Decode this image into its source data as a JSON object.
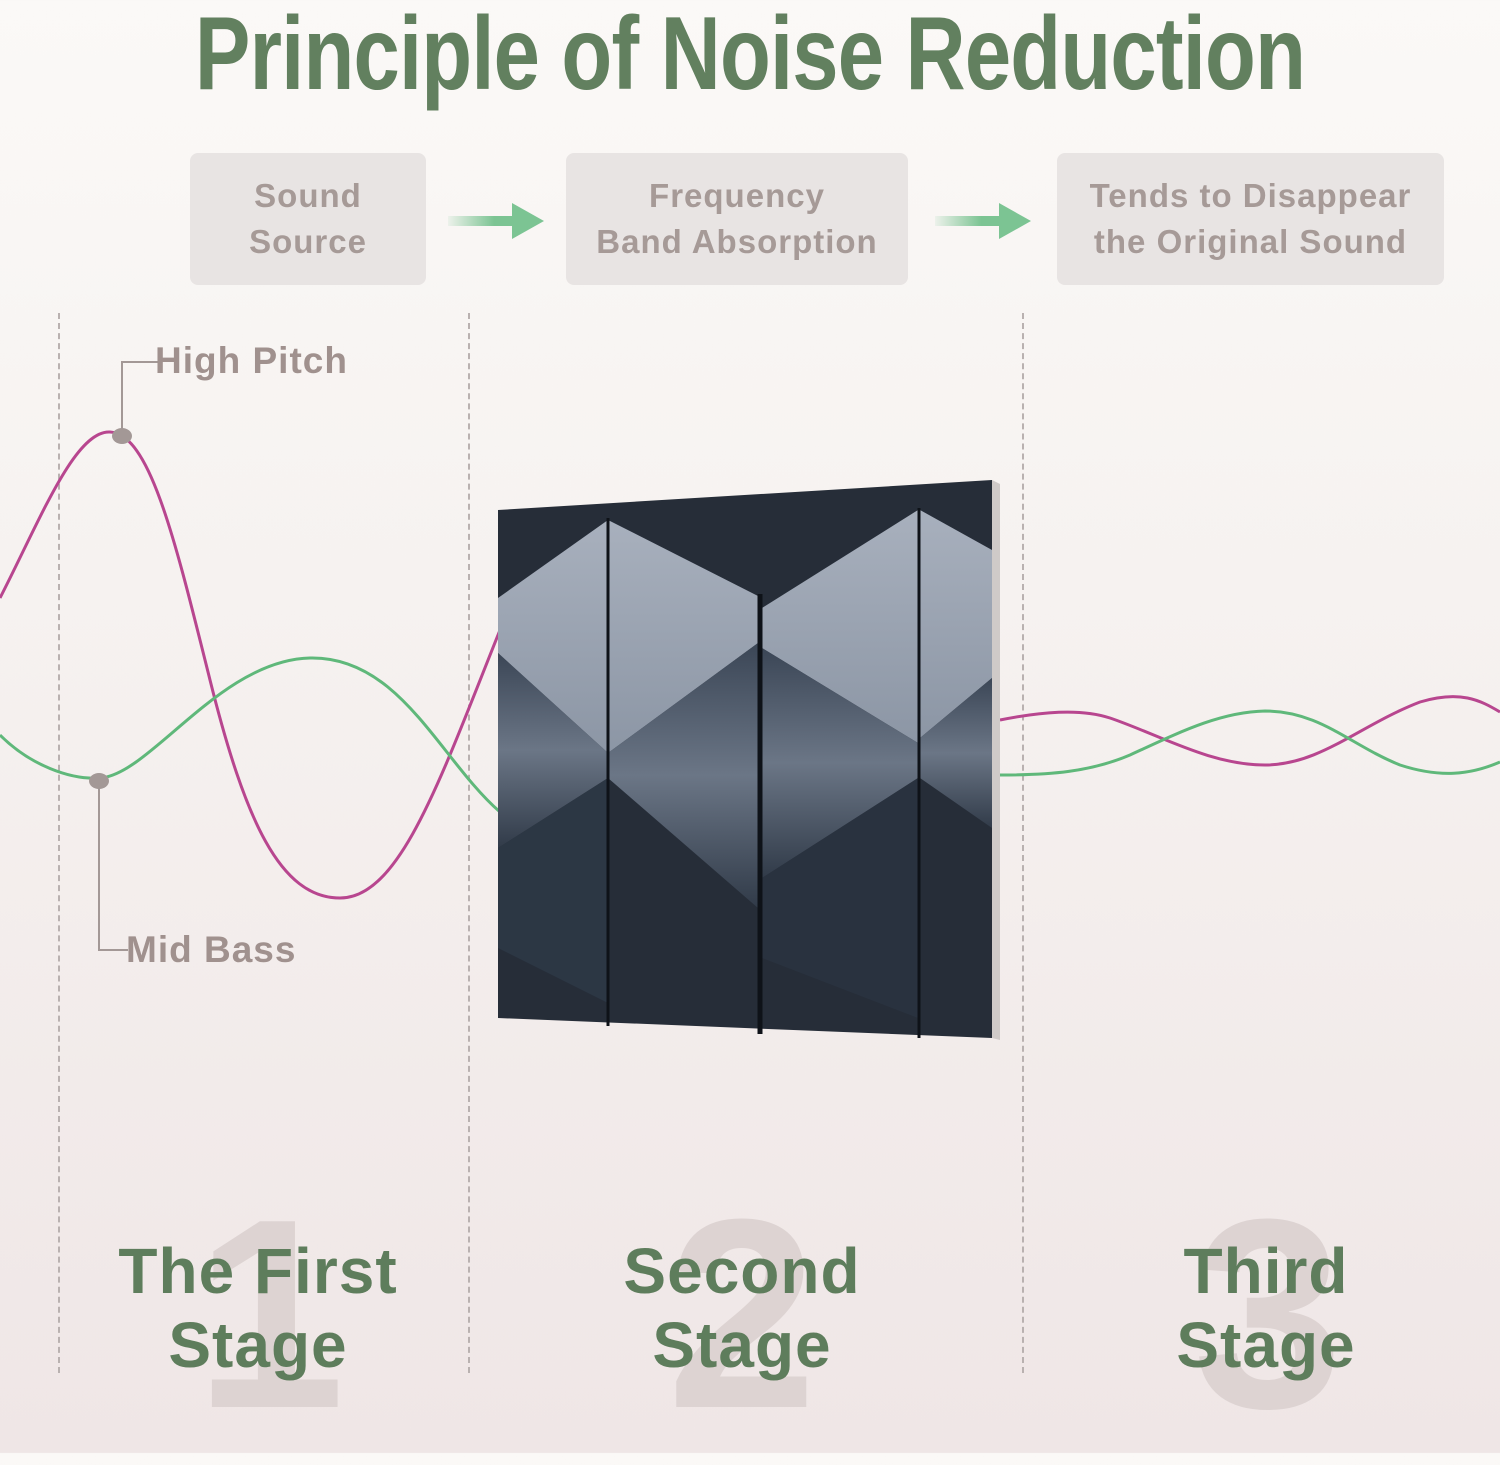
{
  "title": "Principle of Noise Reduction",
  "flow": {
    "steps": [
      {
        "line1": "Sound",
        "line2": "Source"
      },
      {
        "line1": "Frequency",
        "line2": "Band Absorption"
      },
      {
        "line1": "Tends to Disappear",
        "line2": "the Original Sound"
      }
    ],
    "arrow_icon": "right-arrow-icon",
    "arrow_color": "#7cc493"
  },
  "wave_labels": {
    "high": "High Pitch",
    "mid": "Mid Bass"
  },
  "wave_colors": {
    "high_pitch": "#b8468f",
    "mid_bass": "#5fb87a",
    "callout": "#a39896"
  },
  "stages": [
    {
      "number": "1",
      "line1": "The First",
      "line2": "Stage"
    },
    {
      "number": "2",
      "line1": "Second",
      "line2": "Stage"
    },
    {
      "number": "3",
      "line1": "Third",
      "line2": "Stage"
    }
  ],
  "colors": {
    "title": "#62805f",
    "stage_text": "#5e7d5c",
    "box_bg": "#e8e4e3",
    "box_text": "#a69a97",
    "panel_dark": "#232a35",
    "panel_light": "#9aa3b1"
  }
}
